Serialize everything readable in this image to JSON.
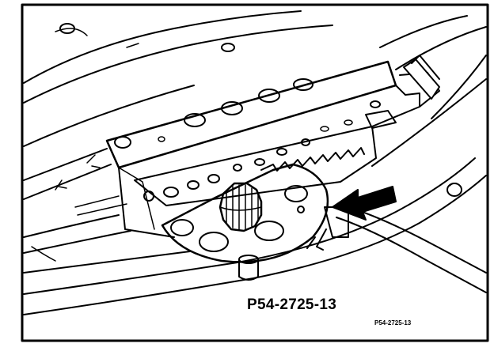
{
  "figure": {
    "caption": "P54-2725-13",
    "code_small": "P54-2725-13",
    "colors": {
      "ink": "#000000",
      "paper": "#ffffff"
    },
    "depicts": [
      "mounting-bracket",
      "toothed-rack",
      "pinion-gear",
      "segment-plate",
      "cable",
      "indicator-arrow"
    ]
  }
}
